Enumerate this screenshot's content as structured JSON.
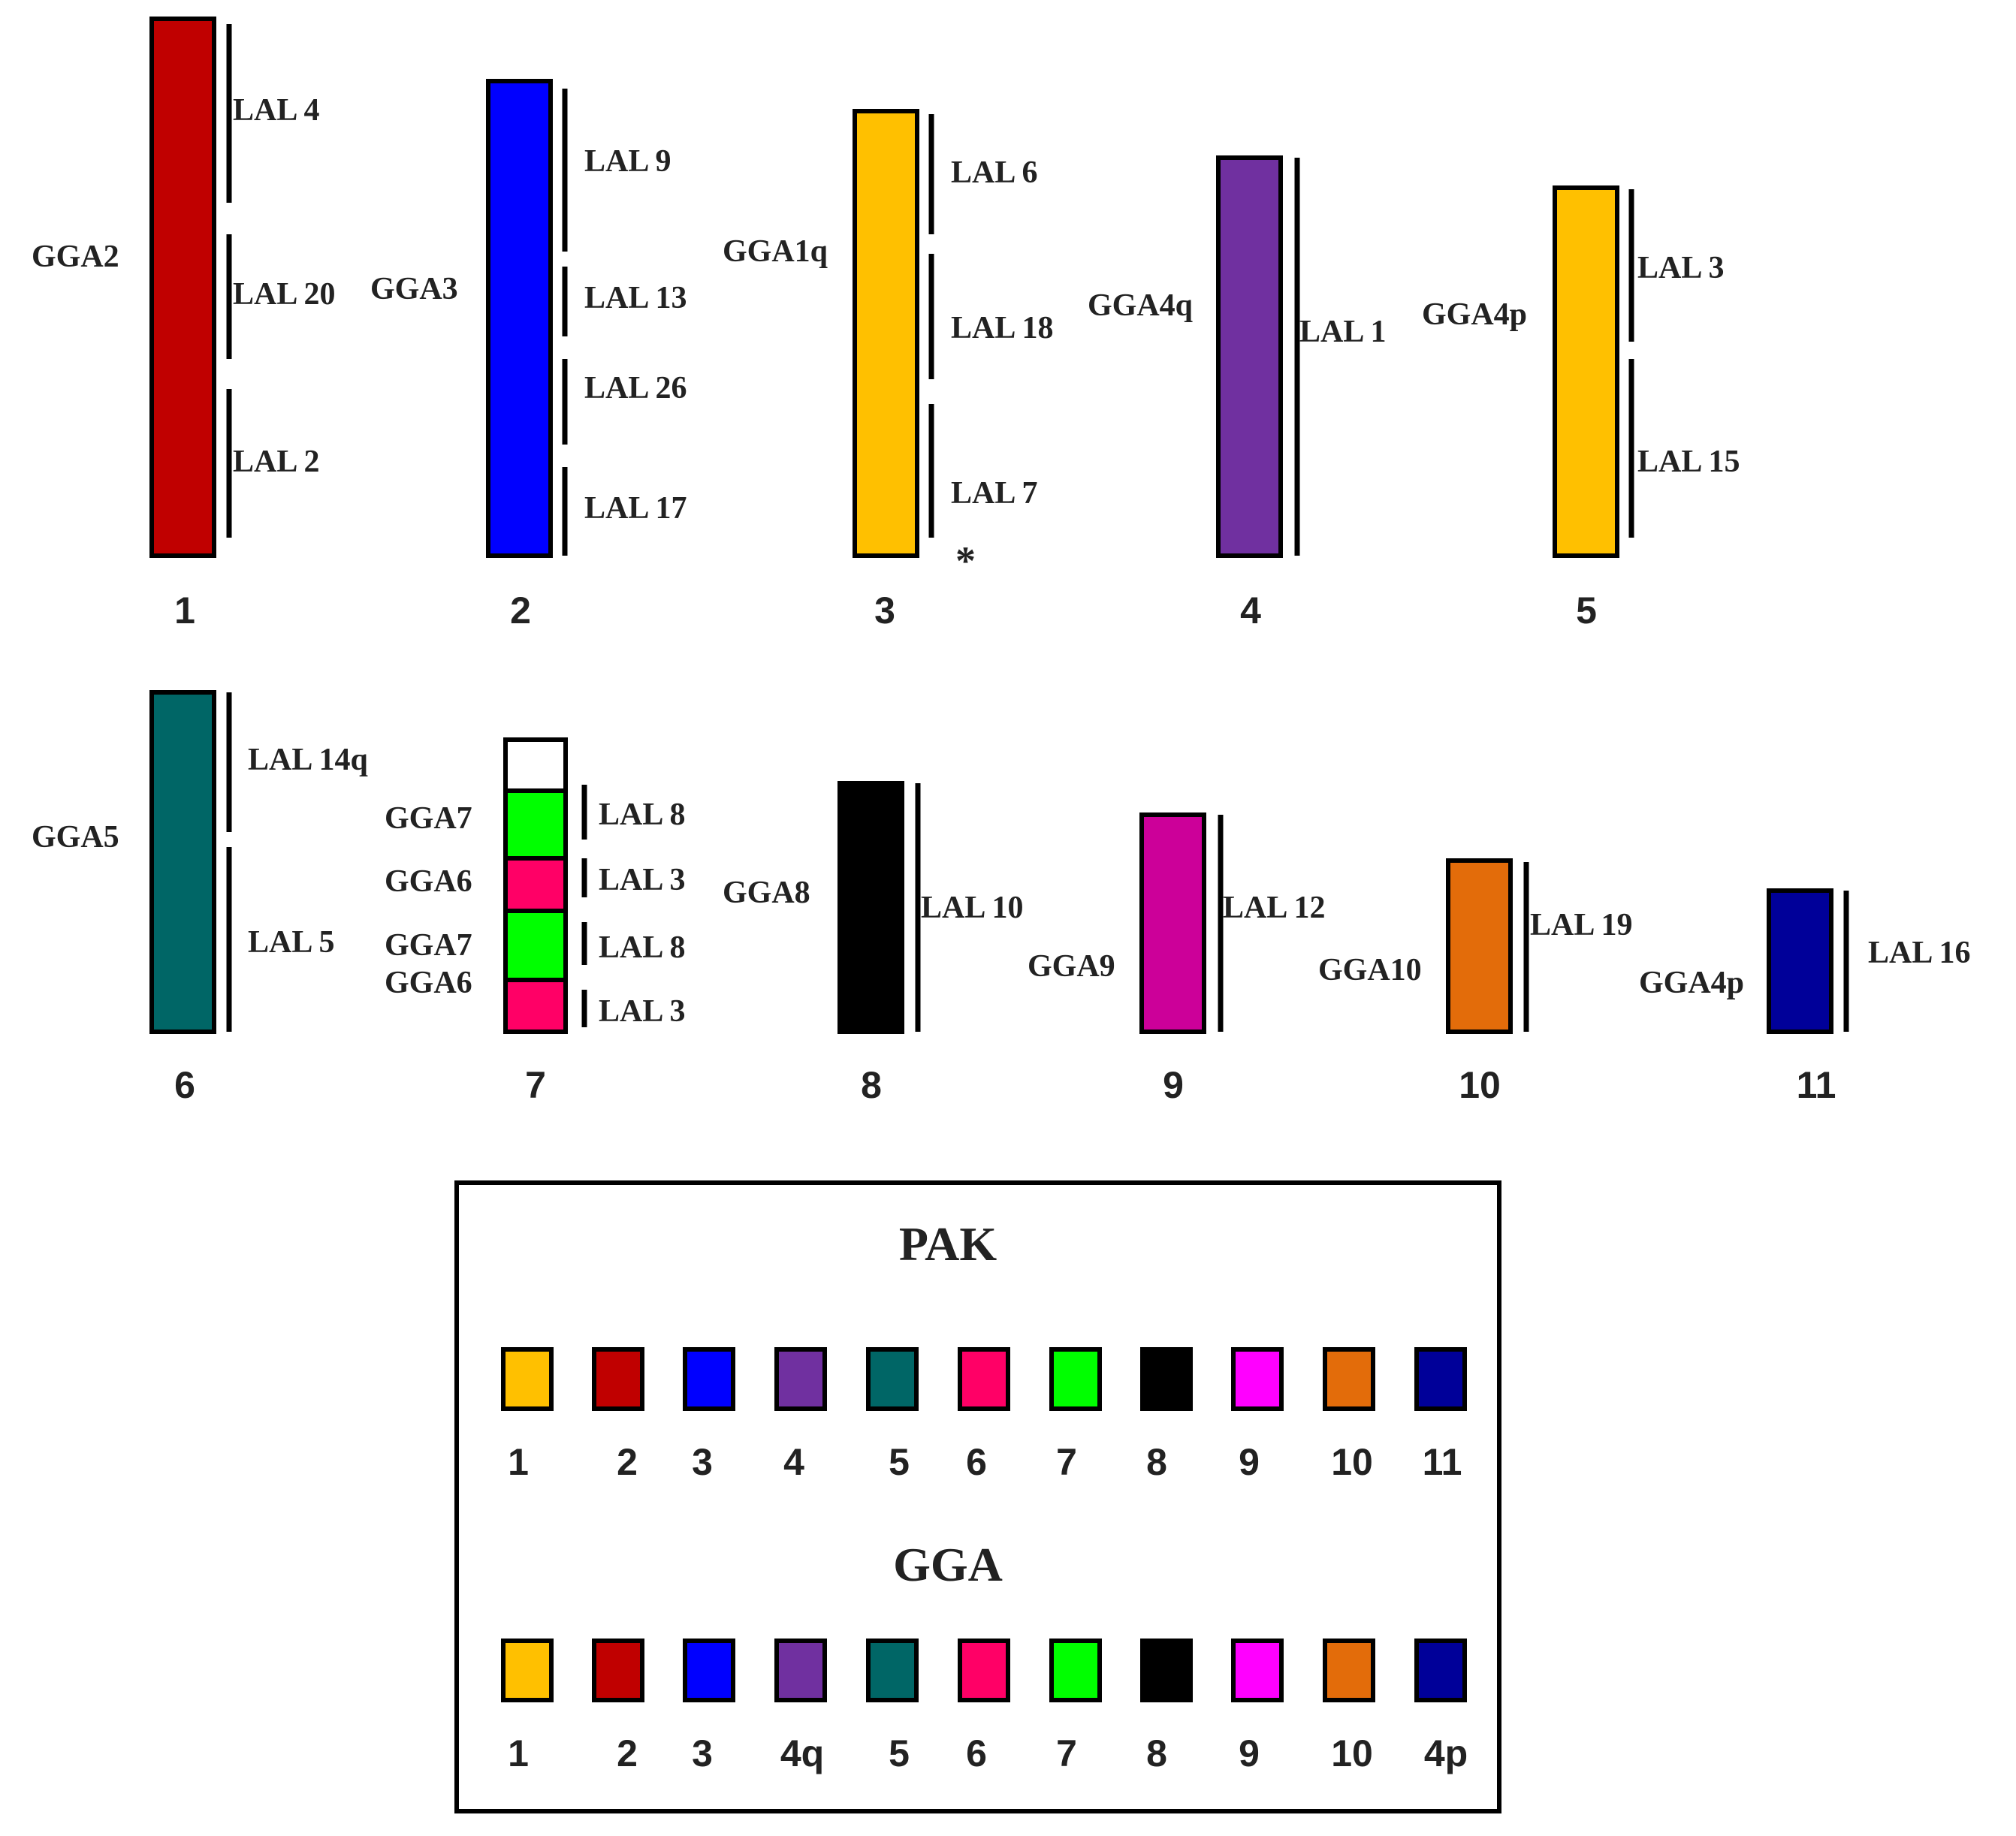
{
  "colors": {
    "gga1": "#ffc000",
    "gga2": "#c00000",
    "gga3": "#0000ff",
    "gga4q": "#7030a0",
    "gga5": "#006666",
    "gga6": "#ff0066",
    "gga7": "#00ff00",
    "gga8": "#000000",
    "gga9": "#ff00ff",
    "gga9_chromosome": "#cc0099",
    "gga10": "#e36c0a",
    "gga4p": "#000099",
    "blank": "#ffffff"
  },
  "chromosomes": [
    {
      "number": "1",
      "gga_labels": [
        "GGA2"
      ],
      "segments": [
        "gga2"
      ],
      "lal_labels": [
        "LAL 4",
        "LAL 20",
        "LAL 2"
      ]
    },
    {
      "number": "2",
      "gga_labels": [
        "GGA3"
      ],
      "segments": [
        "gga3"
      ],
      "lal_labels": [
        "LAL 9",
        "LAL 13",
        "LAL 26",
        "LAL 17"
      ]
    },
    {
      "number": "3",
      "gga_labels": [
        "GGA1q"
      ],
      "segments": [
        "gga1"
      ],
      "lal_labels": [
        "LAL 6",
        "LAL 18",
        "LAL 7"
      ],
      "marker": "*"
    },
    {
      "number": "4",
      "gga_labels": [
        "GGA4q"
      ],
      "segments": [
        "gga4q"
      ],
      "lal_labels": [
        "LAL 1"
      ]
    },
    {
      "number": "5",
      "gga_labels": [
        "GGA4p"
      ],
      "segments": [
        "gga1"
      ],
      "lal_labels": [
        "LAL 3",
        "LAL 15"
      ]
    },
    {
      "number": "6",
      "gga_labels": [
        "GGA5"
      ],
      "segments": [
        "gga5"
      ],
      "lal_labels": [
        "LAL 14q",
        "LAL 5"
      ]
    },
    {
      "number": "7",
      "gga_labels": [
        "GGA7",
        "GGA6",
        "GGA7",
        "GGA6"
      ],
      "segments": [
        "blank",
        "gga7",
        "gga6",
        "gga7",
        "gga6"
      ],
      "lal_labels": [
        "LAL 8",
        "LAL 3",
        "LAL 8",
        "LAL 3"
      ]
    },
    {
      "number": "8",
      "gga_labels": [
        "GGA8"
      ],
      "segments": [
        "gga8"
      ],
      "lal_labels": [
        "LAL 10"
      ]
    },
    {
      "number": "9",
      "gga_labels": [
        "GGA9"
      ],
      "segments": [
        "gga9_chromosome"
      ],
      "lal_labels": [
        "LAL 12"
      ]
    },
    {
      "number": "10",
      "gga_labels": [
        "GGA10"
      ],
      "segments": [
        "gga10"
      ],
      "lal_labels": [
        "LAL 19"
      ]
    },
    {
      "number": "11",
      "gga_labels": [
        "GGA4p"
      ],
      "segments": [
        "gga4p"
      ],
      "lal_labels": [
        "LAL 16"
      ]
    }
  ],
  "legend": {
    "pak_title": "PAK",
    "gga_title": "GGA",
    "pak_items": [
      {
        "label": "1",
        "color": "gga1"
      },
      {
        "label": "2",
        "color": "gga2"
      },
      {
        "label": "3",
        "color": "gga3"
      },
      {
        "label": "4",
        "color": "gga4q"
      },
      {
        "label": "5",
        "color": "gga5"
      },
      {
        "label": "6",
        "color": "gga6"
      },
      {
        "label": "7",
        "color": "gga7"
      },
      {
        "label": "8",
        "color": "gga8"
      },
      {
        "label": "9",
        "color": "gga9"
      },
      {
        "label": "10",
        "color": "gga10"
      },
      {
        "label": "11",
        "color": "gga4p"
      }
    ],
    "gga_items": [
      {
        "label": "1",
        "color": "gga1"
      },
      {
        "label": "2",
        "color": "gga2"
      },
      {
        "label": "3",
        "color": "gga3"
      },
      {
        "label": "4q",
        "color": "gga4q"
      },
      {
        "label": "5",
        "color": "gga5"
      },
      {
        "label": "6",
        "color": "gga6"
      },
      {
        "label": "7",
        "color": "gga7"
      },
      {
        "label": "8",
        "color": "gga8"
      },
      {
        "label": "9",
        "color": "gga9"
      },
      {
        "label": "10",
        "color": "gga10"
      },
      {
        "label": "4p",
        "color": "gga4p"
      }
    ]
  }
}
